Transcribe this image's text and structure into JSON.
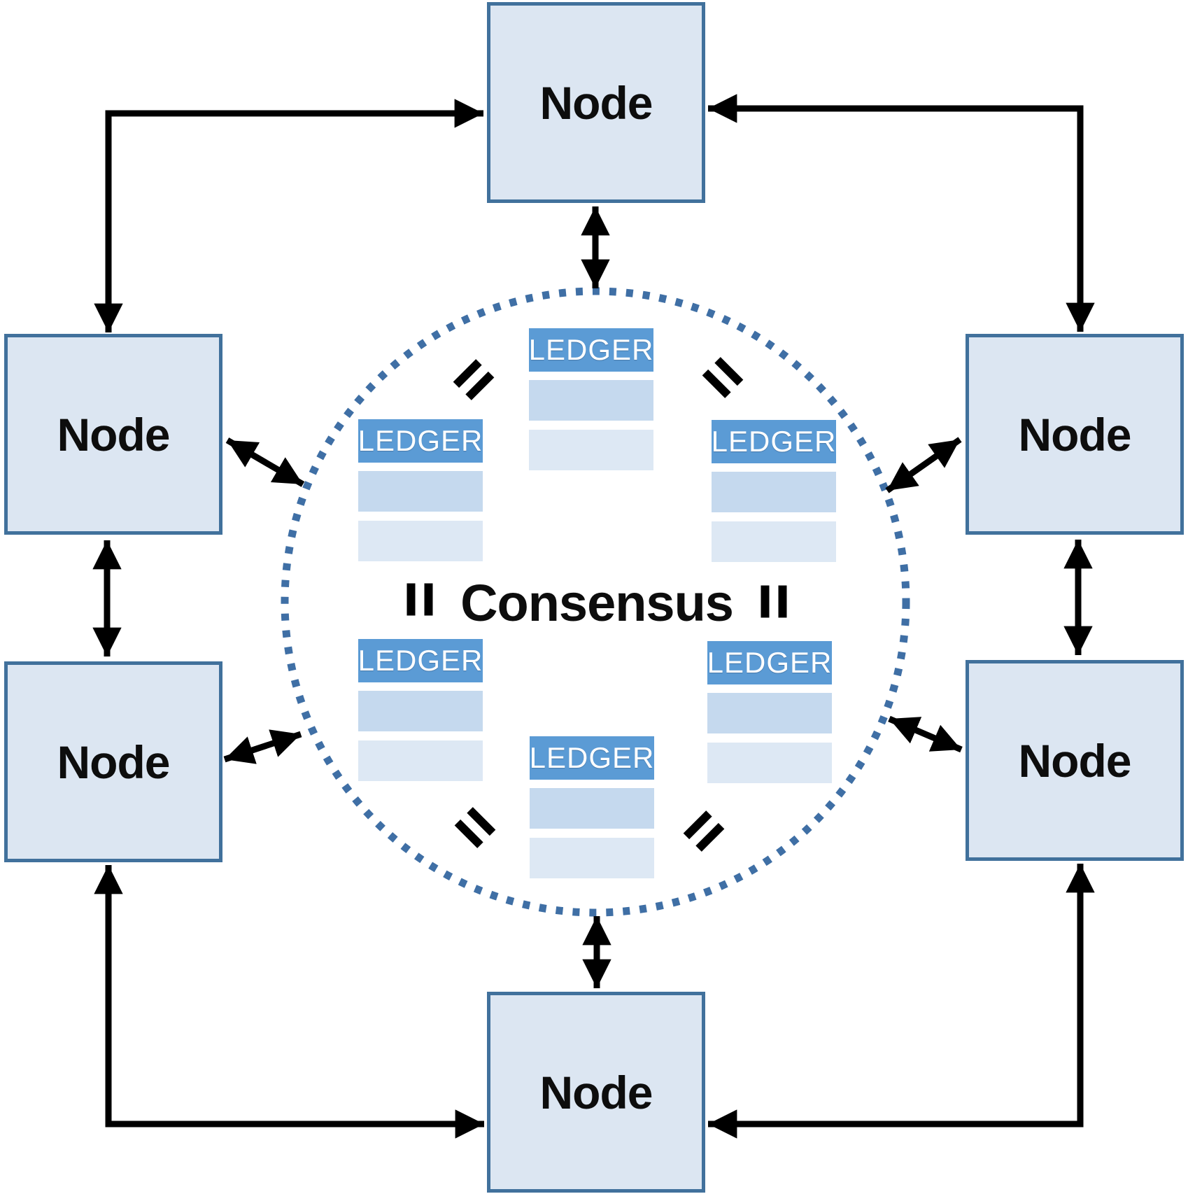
{
  "diagram": {
    "node_label": "Node",
    "center_label": "Consensus",
    "ledger_label": "LEDGER",
    "equals_glyph": "=",
    "node_count": 6,
    "ledger_count": 6,
    "node_positions": [
      "top",
      "upper-left",
      "upper-right",
      "lower-left",
      "lower-right",
      "bottom"
    ],
    "ledger_positions": [
      "top",
      "upper-left",
      "upper-right",
      "lower-left",
      "lower-right",
      "bottom"
    ]
  },
  "colors": {
    "node_fill": "#dce6f2",
    "node_border": "#41719c",
    "ledger_header": "#5b9bd5",
    "row1": "#c5d9ee",
    "row2": "#dde8f4",
    "dot": "#3f6fa5",
    "arrow": "#000000",
    "text": "#0d0d0d"
  }
}
